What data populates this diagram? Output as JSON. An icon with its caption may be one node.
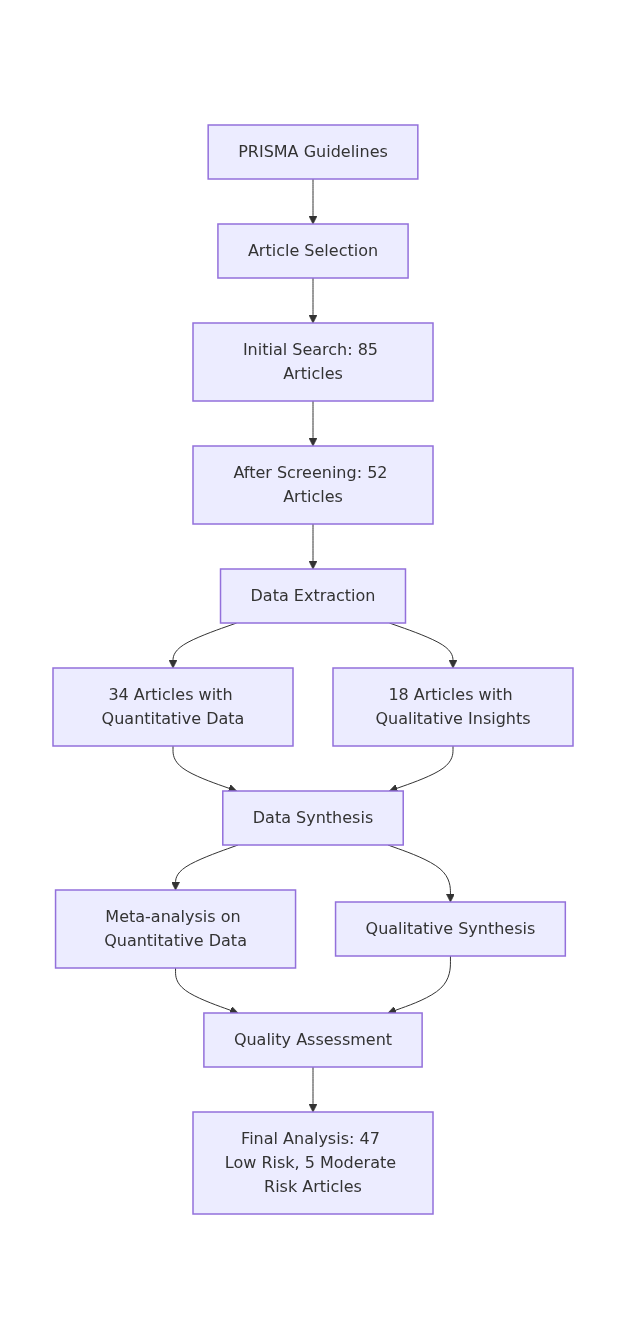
{
  "diagram": {
    "nodes": [
      {
        "text": [
          "PRISMA Guidelines"
        ]
      },
      {
        "text": [
          "Article Selection"
        ]
      },
      {
        "text": [
          "Initial Search: 85 Articles"
        ]
      },
      {
        "text": [
          "After Screening: 52 Articles"
        ]
      },
      {
        "text": [
          "Data Extraction"
        ]
      },
      {
        "text": [
          "34 Articles with Quantitative Data"
        ]
      },
      {
        "text": [
          "18 Articles with Qualitative Insights"
        ]
      },
      {
        "text": [
          "Data Synthesis"
        ]
      },
      {
        "text": [
          "Meta-analysis on Quantitative Data"
        ]
      },
      {
        "text": [
          "Qualitative Synthesis"
        ]
      },
      {
        "text": [
          "Quality Assessment"
        ]
      },
      {
        "text": [
          "Final Analysis: 47 Low Risk, 5 Moderate Risk Articles"
        ]
      }
    ],
    "edges": [
      {
        "from": 0,
        "to": 1,
        "arrow": "to"
      },
      {
        "from": 1,
        "to": 2,
        "arrow": "to"
      },
      {
        "from": 2,
        "to": 3,
        "arrow": "to"
      },
      {
        "from": 3,
        "to": 4,
        "arrow": "to"
      },
      {
        "from": 4,
        "to": 5,
        "arrow": "to"
      },
      {
        "from": 4,
        "to": 6,
        "arrow": "to"
      },
      {
        "from": 5,
        "to": 7,
        "arrow": "to"
      },
      {
        "from": 6,
        "to": 7,
        "arrow": "to"
      },
      {
        "from": 7,
        "to": 8,
        "arrow": "to"
      },
      {
        "from": 7,
        "to": 9,
        "arrow": "to"
      },
      {
        "from": 8,
        "to": 10,
        "arrow": "to"
      },
      {
        "from": 9,
        "to": 10,
        "arrow": "to"
      },
      {
        "from": 10,
        "to": 11,
        "arrow": "to"
      }
    ]
  }
}
